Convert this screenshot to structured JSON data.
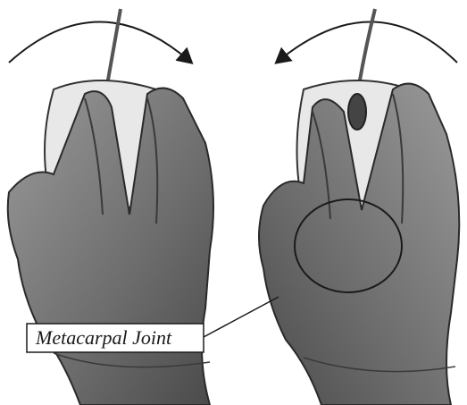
{
  "label": {
    "text": "Metacarpal Joint"
  },
  "figures": [
    {
      "name": "mouse-grip-left",
      "rotation": "clockwise"
    },
    {
      "name": "mouse-grip-right",
      "rotation": "counterclockwise",
      "highlight": "metacarpal-joint"
    }
  ],
  "colors": {
    "background": "#ffffff",
    "ink": "#1a1a1a",
    "skin_dark": "#5a5a5a",
    "skin_mid": "#8a8a8a",
    "mouse_body": "#e8e8e8"
  }
}
